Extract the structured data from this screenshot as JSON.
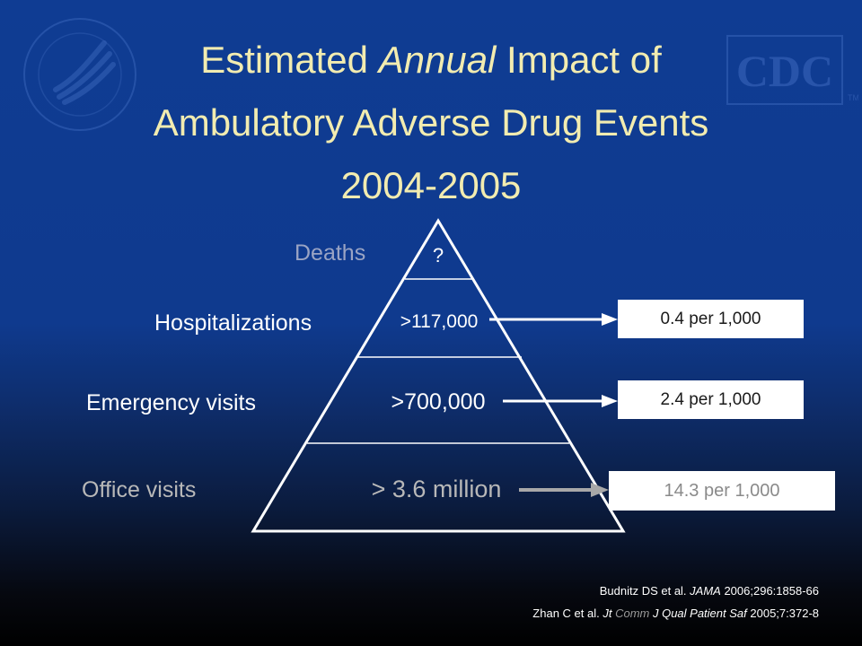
{
  "title": {
    "line1_before": "Estimated ",
    "line1_italic": "Annual",
    "line1_after": " Impact of",
    "line2": "Ambulatory Adverse Drug Events",
    "line3": "2004-2005"
  },
  "pyramid": {
    "tiers": [
      {
        "label": "Deaths",
        "value": "?"
      },
      {
        "label": "Hospitalizations",
        "value": ">117,000",
        "rate": "0.4 per 1,000"
      },
      {
        "label": "Emergency visits",
        "value": ">700,000",
        "rate": "2.4 per 1,000"
      },
      {
        "label": "Office visits",
        "value": "> 3.6 million",
        "rate": "14.3 per 1,000"
      }
    ]
  },
  "citations": {
    "c1_a": "Budnitz DS et al. ",
    "c1_journal": "JAMA",
    "c1_b": " 2006;296:1858-66",
    "c2_a": "Zhan C et al. ",
    "c2_jt": "Jt",
    "c2_comm": " Comm",
    "c2_journal": " J Qual Patient Saf",
    "c2_b": "  2005;7:372-8"
  },
  "logos": {
    "hhs": "hhs-eagle-seal",
    "cdc": "CDC",
    "cdc_tm": "TM"
  },
  "colors": {
    "title": "#f2ecb0",
    "labels": "#ffffff",
    "deaths_muted": "#9aa4c4",
    "office_muted": "#b8b8b8",
    "arrow_white": "#ffffff",
    "arrow_gray": "#a8a8a8"
  }
}
